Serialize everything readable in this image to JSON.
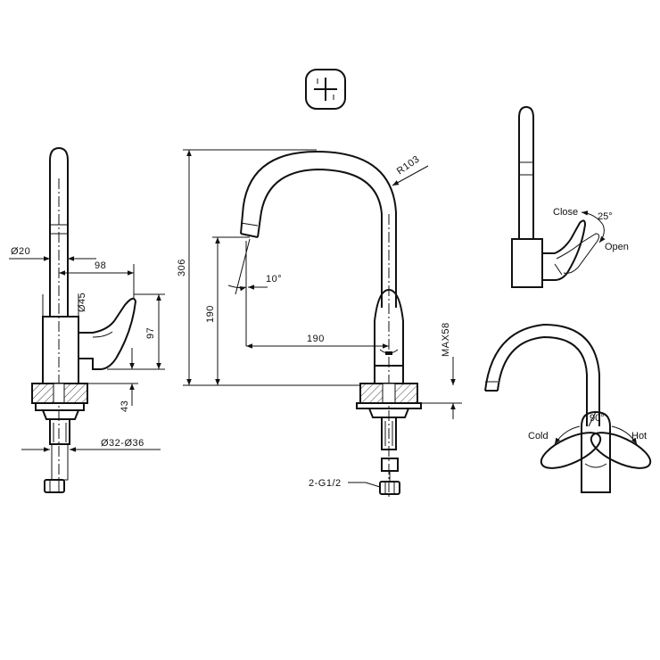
{
  "dimensions": {
    "d20": "Ø20",
    "d98": "98",
    "d45": "Ø45",
    "d97": "97",
    "d43": "43",
    "d32_36": "Ø32-Ø36",
    "d306": "306",
    "d190_v": "190",
    "d190_h": "190",
    "angle10": "10°",
    "r103": "R103",
    "max58": "MAX58",
    "thread": "2-G1/2"
  },
  "labels": {
    "close": "Close",
    "open": "Open",
    "angle25": "25°",
    "cold": "Cold",
    "hot": "Hot",
    "angle90": "90°"
  },
  "icons": {
    "symbol": "cross-in-rounded-square-icon"
  }
}
